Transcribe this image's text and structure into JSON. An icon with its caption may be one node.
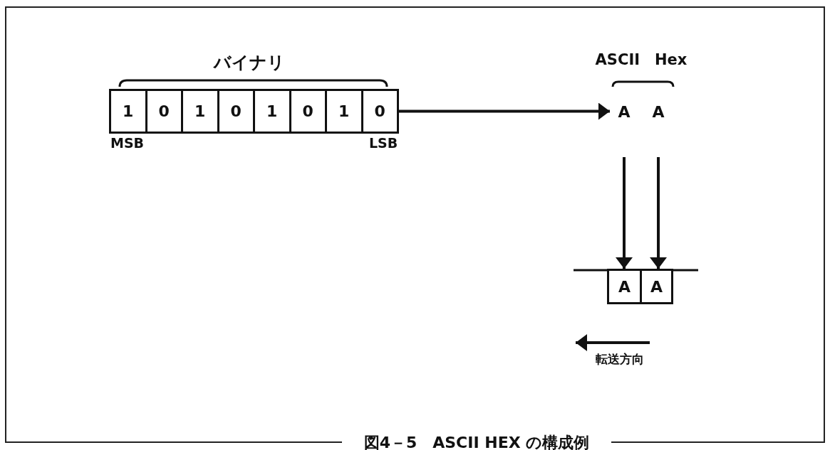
{
  "diagram": {
    "caption": "図4－5　ASCII HEX の構成例",
    "nodes": [
      {
        "text": [
          "1"
        ]
      },
      {
        "text": [
          "0"
        ]
      },
      {
        "text": [
          "1"
        ]
      },
      {
        "text": [
          "0"
        ]
      },
      {
        "text": [
          "1"
        ]
      },
      {
        "text": [
          "0"
        ]
      },
      {
        "text": [
          "1"
        ]
      },
      {
        "text": [
          "0"
        ]
      },
      {
        "text": [
          "A"
        ]
      },
      {
        "text": [
          "A"
        ]
      },
      {
        "text": [
          "A"
        ]
      },
      {
        "text": [
          "A"
        ]
      }
    ],
    "edges": [
      {
        "from": 7,
        "to": 8,
        "arrow": "to"
      },
      {
        "from": 8,
        "to": 10,
        "arrow": "to"
      },
      {
        "from": 9,
        "to": 11,
        "arrow": "to"
      }
    ],
    "labels": [
      "バイナリ",
      "ASCII　Hex",
      "MSB",
      "LSB",
      "転送方向"
    ]
  }
}
